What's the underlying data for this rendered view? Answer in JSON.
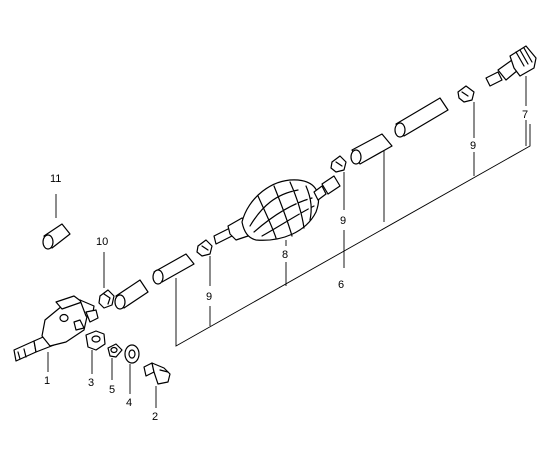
{
  "diagram": {
    "callouts": {
      "c1": "1",
      "c2": "2",
      "c3": "3",
      "c4": "4",
      "c5": "5",
      "c6": "6",
      "c7": "7",
      "c8": "8",
      "c9a": "9",
      "c9b": "9",
      "c9c": "9",
      "c10": "10",
      "c11": "11"
    }
  }
}
